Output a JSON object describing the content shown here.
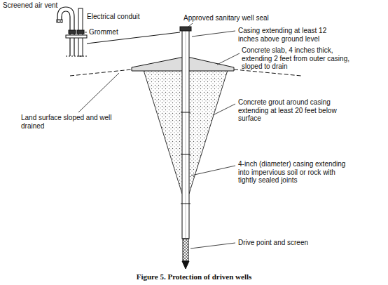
{
  "diagram": {
    "caption": "Figure 5. Protection of driven wells",
    "labels": [
      "Screened air vent",
      "Electrical conduit",
      "Grommet",
      "Approved sanitary well seal",
      "Casing extending at least 12 inches above ground level",
      "Concrete slab, 4 inches thick, extending 2 feet from outer casing, sloped to drain",
      "Land surface sloped and well drained",
      "Concrete grout around casing extending at least 20 feet below surface",
      "4-inch (diameter) casing extending into impervious soil or rock with tightly sealed joints",
      "Drive point and screen"
    ]
  }
}
